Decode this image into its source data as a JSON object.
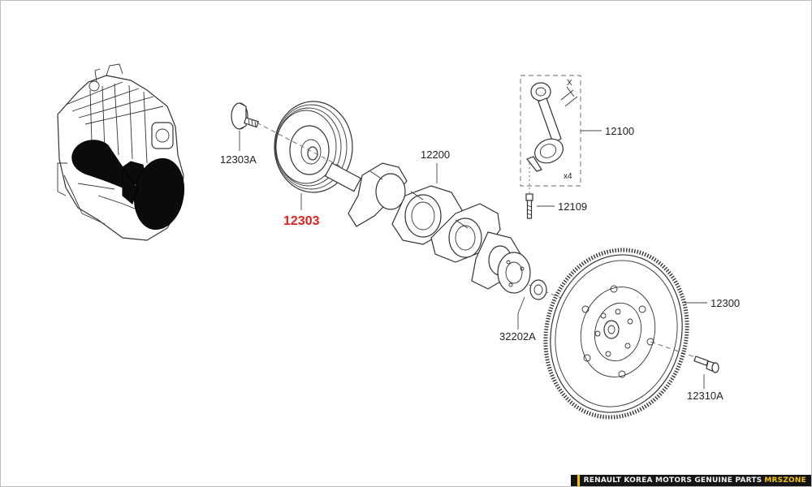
{
  "callouts": {
    "pulley_bolt": "12303A",
    "pulley": "12303",
    "crankshaft": "12200",
    "connecting_rod": "12100",
    "rod_bolt": "12109",
    "flywheel": "12300",
    "bearing": "32202A",
    "flywheel_bolt": "12310A",
    "rod_qty": "x4",
    "dim_marker": "X"
  },
  "colors": {
    "highlight": "#e0201c",
    "footer_bg": "#141414",
    "footer_accent": "#f5c400"
  },
  "footer": {
    "text": "RENAULT KOREA MOTORS GENUINE PARTS",
    "suffix": "MRSZONE"
  }
}
